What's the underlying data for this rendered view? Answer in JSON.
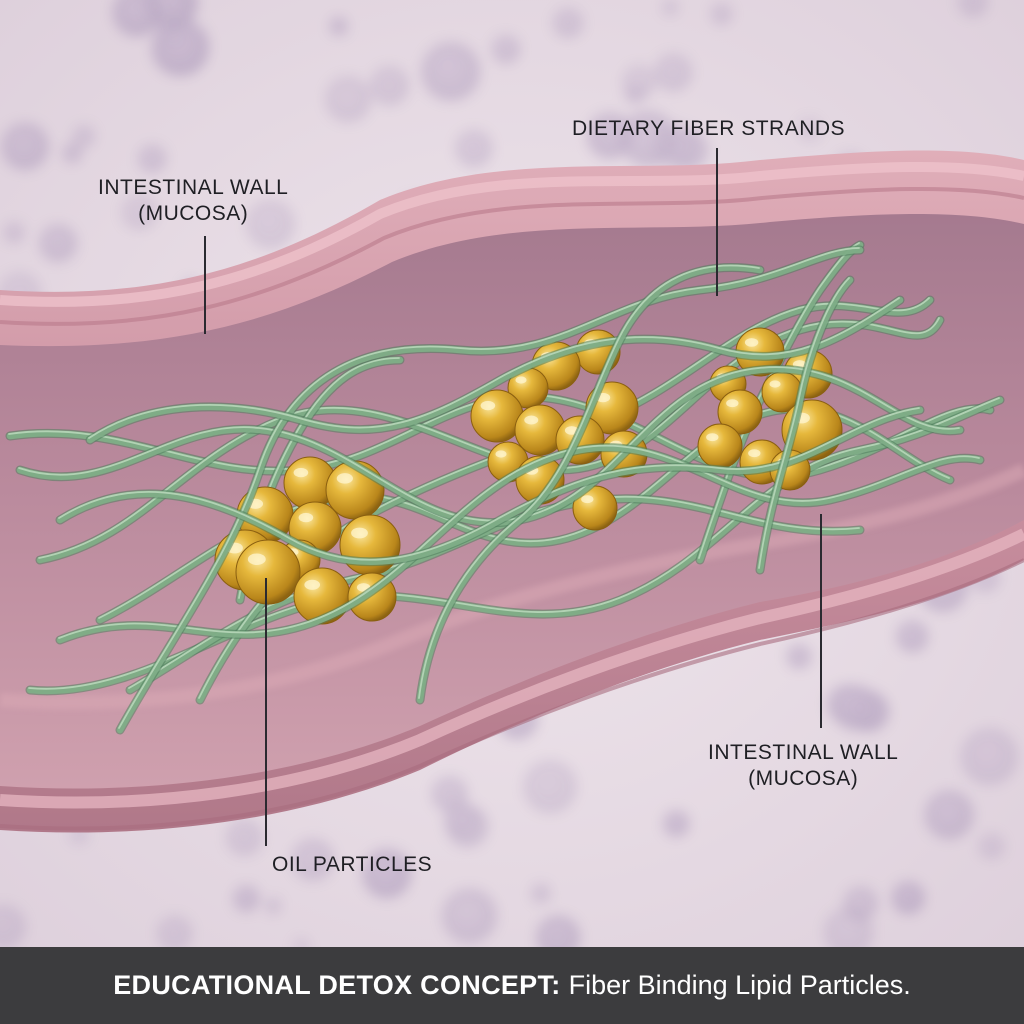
{
  "labels": {
    "wall_left": {
      "line1": "INTESTINAL WALL",
      "line2": "(MUCOSA)"
    },
    "fiber": {
      "text": "DIETARY FIBER STRANDS"
    },
    "wall_right": {
      "line1": "INTESTINAL WALL",
      "line2": "(MUCOSA)"
    },
    "oil": {
      "text": "OIL PARTICLES"
    }
  },
  "caption": {
    "lead": "EDUCATIONAL DETOX CONCEPT:",
    "rest": "Fiber Binding Lipid Particles."
  },
  "colors": {
    "background": "#e6dce5",
    "tissue": "#c98f9f",
    "lumen": "#b9899c",
    "fiber": "#7fae87",
    "oil": "#d4a12c",
    "caption_bar": "#3c3c3e"
  }
}
